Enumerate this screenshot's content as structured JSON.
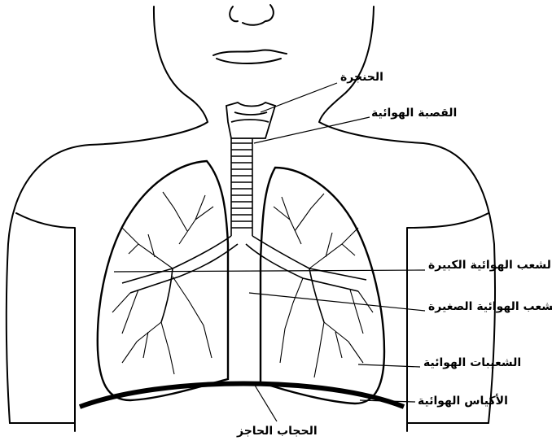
{
  "labels": {
    "larynx": "الحنجرة",
    "trachea": "القصبة الهوائية",
    "primary_bronchi": "الشعب الهوائية الكبيرة",
    "secondary_bronchi": "الشعب الهوائية الصغيرة",
    "bronchioles": "الشعيبات الهوائية",
    "alveoli": "الأكياس الهوائية",
    "diaphragm": "الحجاب الحاجز"
  }
}
